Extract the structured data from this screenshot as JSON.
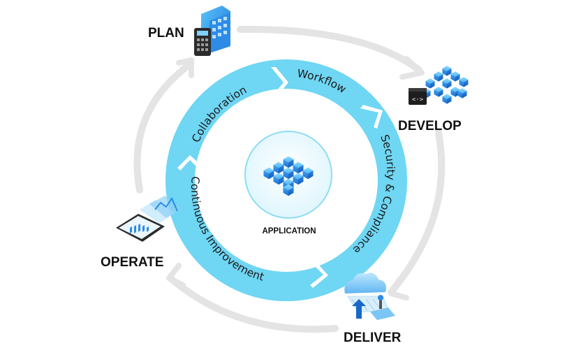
{
  "phases": {
    "plan": "PLAN",
    "develop": "DEVELOP",
    "deliver": "DELIVER",
    "operate": "OPERATE"
  },
  "ring": {
    "collaboration": "Collaboration",
    "workflow": "Workflow",
    "security": "Security & Compliance",
    "improvement": "Continuous Improvement"
  },
  "center": {
    "label": "APPLICATION"
  },
  "icons": {
    "plan": "calculator-building-icon",
    "develop": "code-cubes-icon",
    "deliver": "cloud-deploy-icon",
    "operate": "monitor-charts-icon",
    "application": "cube-cluster-icon"
  },
  "colors": {
    "ring": "#6fd6f3",
    "ring_dark": "#3fbde6",
    "outer_cycle": "#e4e4e4",
    "icon_blue": "#1f8ee8",
    "text": "#111111"
  }
}
